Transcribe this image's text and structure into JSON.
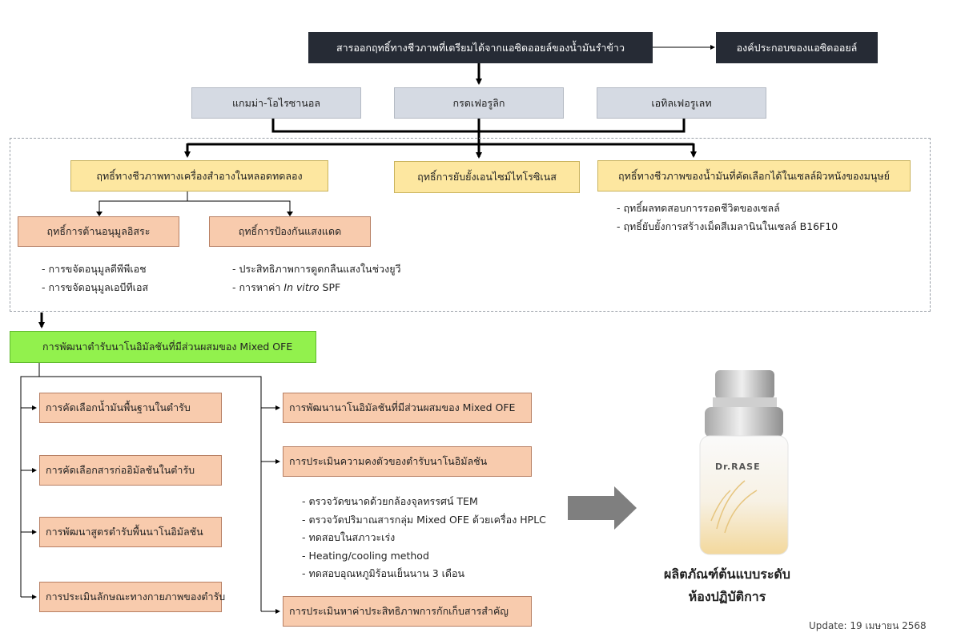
{
  "colors": {
    "dark_box": "#262b35",
    "gray_box": "#d5dae3",
    "yellow_box": "#fde7a0",
    "salmon_box": "#f8cbad",
    "green_box": "#92f14d",
    "arrow_big": "#7f7f7f"
  },
  "top": {
    "source": "สารออกฤทธิ์ทางชีวภาพที่เตรียมได้จากแอซิดออยล์ของน้ำมันรำข้าว",
    "composition": "องค์ประกอบของแอซิดออยล์"
  },
  "compounds": [
    "แกมม่า-โอไรซานอล",
    "กรดเฟอรูลิก",
    "เอทิลเฟอรูเลท"
  ],
  "activities": {
    "cosmetic_invitro": "ฤทธิ์ทางชีวภาพทางเครื่องสำอางในหลอดทดลอง",
    "enzyme": "ฤทธิ์การยับยั้งเอนไซม์ไทโรซิเนส",
    "cell": "ฤทธิ์ทางชีวภาพของน้ำมันที่คัดเลือกได้ในเซลล์ผิวหนังของมนุษย์",
    "antioxidant": "ฤทธิ์การต้านอนุมูลอิสระ",
    "sunscreen": "ฤทธิ์การป้องกันแสงแดด"
  },
  "cell_bullets": [
    "- ฤทธิ์ผลทดสอบการรอดชีวิตของเซลล์",
    "- ฤทธิ์ยับยั้งการสร้างเม็ดสีเมลานินในเซลล์ B16F10"
  ],
  "antioxidant_bullets": [
    "- การขจัดอนุมูลดีพีพีเอช",
    "- การขจัดอนุมูลเอบีทีเอส"
  ],
  "sunscreen_bullets": {
    "item1": "- ประสิทธิภาพการดูดกลืนแสงในช่วงยูวี",
    "item2_prefix": "- การหาค่า ",
    "item2_italic": "In vitro",
    "item2_suffix": " SPF"
  },
  "development": "การพัฒนาตำรับนาโนอิมัลชันที่มีส่วนผสมของ Mixed OFE",
  "left_steps": [
    "การคัดเลือกน้ำมันพื้นฐานในตำรับ",
    "การคัดเลือกสารก่ออิมัลชันในตำรับ",
    "การพัฒนาสูตรตำรับพื้นนาโนอิมัลชัน",
    "การประเมินลักษณะทางกายภาพของตำรับ"
  ],
  "right_steps": [
    "การพัฒนานาโนอิมัลชันที่มีส่วนผสมของ Mixed OFE",
    "การประเมินความคงตัวของตำรับนาโนอิมัลชัน",
    "การประเมินหาค่าประสิทธิภาพการกักเก็บสารสำคัญ"
  ],
  "stability_bullets": [
    "- ตรวจวัดขนาดด้วยกล้องจุลทรรศน์ TEM",
    "- ตรวจวัดปริมาณสารกลุ่ม Mixed OFE ด้วยเครื่อง HPLC",
    "- ทดสอบในสภาวะเร่ง",
    "- Heating/cooling method",
    "- ทดสอบอุณหภูมิร้อนเย็นนาน 3 เดือน"
  ],
  "product": {
    "brand": "Dr.RASE",
    "line1": "ผลิตภัณฑ์ต้นแบบระดับ",
    "line2": "ห้องปฏิบัติการ"
  },
  "update": "Update: 19 เมษายน 2568"
}
